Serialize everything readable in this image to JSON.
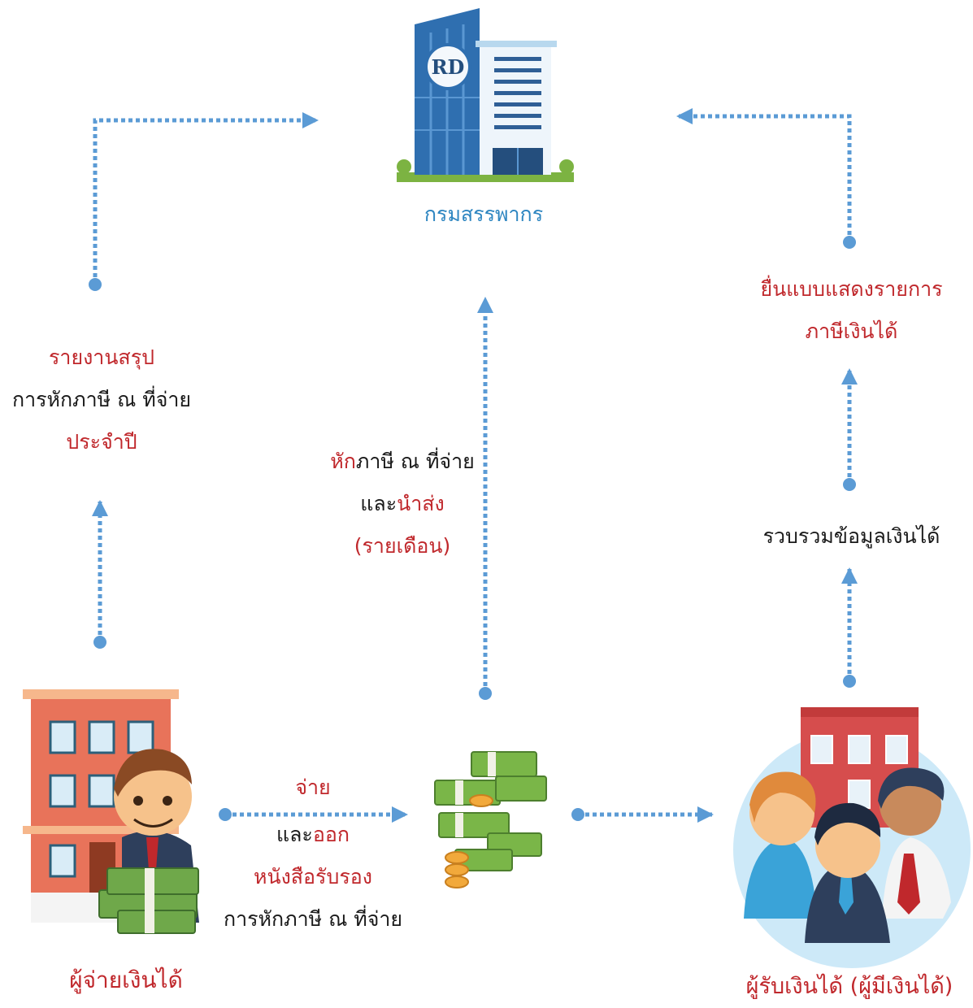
{
  "revenue_department": {
    "logo_text": "RD",
    "label": "กรมสรรพากร"
  },
  "left_report": {
    "line1": "รายงานสรุป",
    "line2": "การหักภาษี ณ ที่จ่าย",
    "line3": "ประจำปี"
  },
  "center_withhold": {
    "part1_red": "หัก",
    "part1_rest": "ภาษี ณ ที่จ่าย",
    "part2_black": "และ",
    "part2_red": "นำส่ง",
    "line3": "(รายเดือน)"
  },
  "right_file": {
    "line1": "ยื่นแบบแสดงรายการ",
    "line2": "ภาษีเงินได้"
  },
  "right_collect": {
    "label": "รวบรวมข้อมูลเงินได้"
  },
  "pay": {
    "line1": "จ่าย",
    "line2_black": "และ",
    "line2_red": "ออก",
    "line3": "หนังสือรับรอง",
    "line4": "การหักภาษี ณ ที่จ่าย"
  },
  "payer": {
    "label": "ผู้จ่ายเงินได้"
  },
  "recipient": {
    "label": "ผู้รับเงินได้ (ผู้มีเงินได้)"
  },
  "colors": {
    "connector": "#5b9bd5",
    "accent_red": "#c0282c",
    "title_blue": "#2e86c1"
  }
}
